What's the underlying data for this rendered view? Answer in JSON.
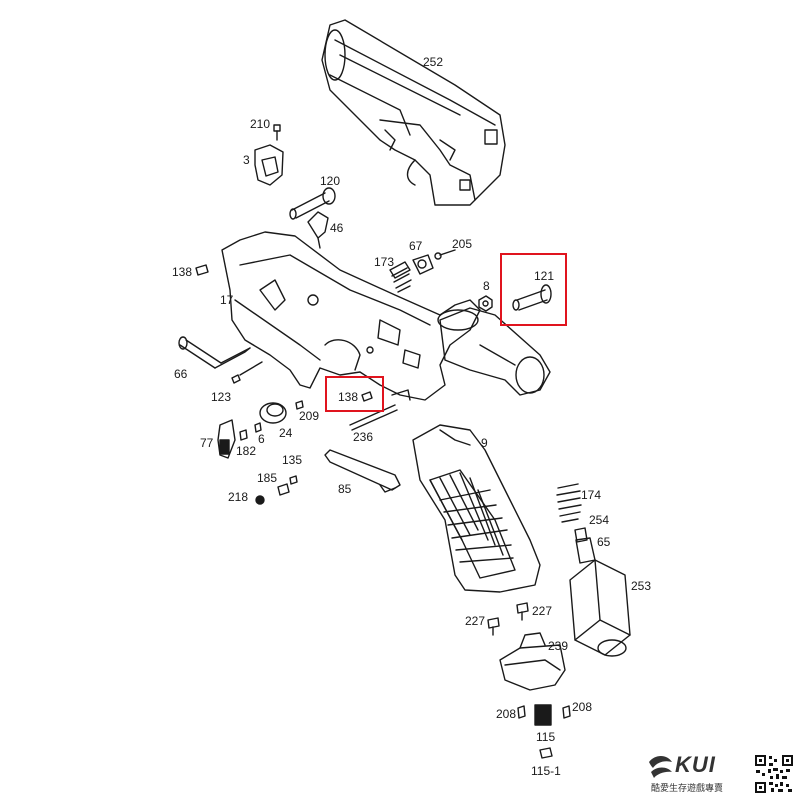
{
  "diagram": {
    "part_labels": {
      "p252": "252",
      "p210": "210",
      "p3": "3",
      "p120": "120",
      "p46": "46",
      "p173": "173",
      "p67": "67",
      "p205": "205",
      "p121": "121",
      "p8": "8",
      "p138a": "138",
      "p17": "17",
      "p66": "66",
      "p123": "123",
      "p138b": "138",
      "p209": "209",
      "p24": "24",
      "p6": "6",
      "p77": "77",
      "p182": "182",
      "p236": "236",
      "p9": "9",
      "p135": "135",
      "p185": "185",
      "p218": "218",
      "p85": "85",
      "p174": "174",
      "p254": "254",
      "p65": "65",
      "p253": "253",
      "p227a": "227",
      "p227b": "227",
      "p239": "239",
      "p208a": "208",
      "p208b": "208",
      "p115": "115",
      "p1151": "115-1"
    },
    "highlighted_parts": [
      "121",
      "138"
    ],
    "highlight_color": "#e0141e",
    "line_color": "#1a1a1a"
  },
  "branding": {
    "logo_wordmark": "KUI",
    "logo_tagline": "酷愛生存遊戲專賣",
    "qr_icon": "qr-code-icon"
  }
}
